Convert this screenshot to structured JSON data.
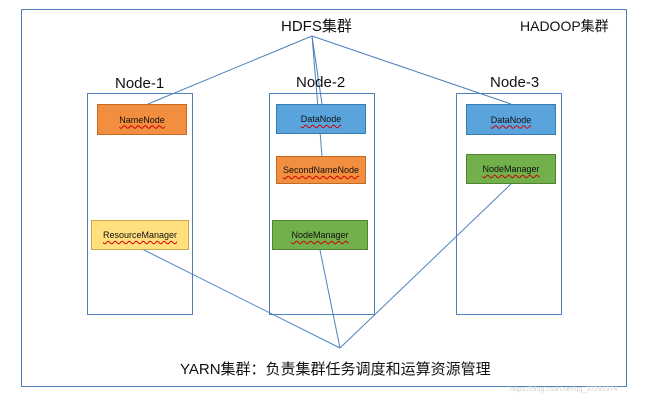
{
  "diagram": {
    "hdfs_label": "HDFS集群",
    "hadoop_label": "HADOOP集群",
    "yarn_label": "YARN集群：负责集群任务调度和运算资源管理",
    "watermark": "https://blog.csdn.net/qq_37291374"
  },
  "nodes": [
    {
      "title": "Node-1",
      "components": [
        "NameNode",
        "ResourceManager"
      ]
    },
    {
      "title": "Node-2",
      "components": [
        "DataNode",
        "SecondNameNode",
        "NodeManager"
      ]
    },
    {
      "title": "Node-3",
      "components": [
        "DataNode",
        "NodeManager"
      ]
    }
  ],
  "colors": {
    "line": "#4f81bd",
    "namenode": "#f28e3f",
    "datanode": "#5aa4dd",
    "nodemanager": "#72b04c",
    "resourcemanager": "#ffdf7e"
  }
}
